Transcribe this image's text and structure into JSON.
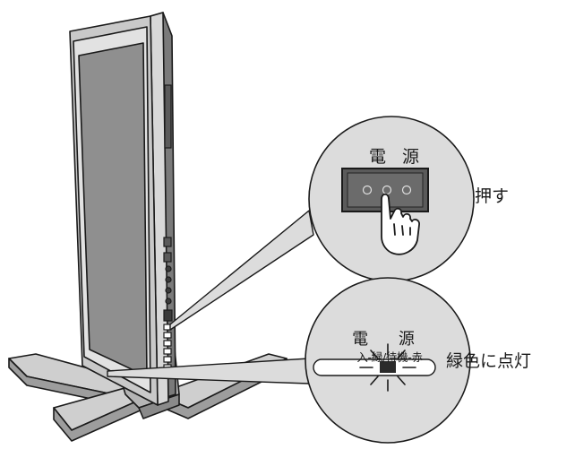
{
  "illustration": {
    "subject": "lcd-tv-side-view",
    "colors": {
      "screen": "#8f8f8f",
      "bezel": "#c9c9c9",
      "outline": "#1a1a1a",
      "callout_fill": "#dcdcdc",
      "panel_dark": "#5a5a5a",
      "led": "#2a2a2a"
    }
  },
  "zoom_power_button": {
    "title": "電 源",
    "indicator_dots": 3,
    "icon": "pointing-hand-icon"
  },
  "zoom_indicator": {
    "title": "電 源",
    "subtitle": "入-緑/待機-赤",
    "icon": "led-glow-icon"
  },
  "callouts": {
    "push": "押す",
    "green_on": "緑色に点灯"
  }
}
